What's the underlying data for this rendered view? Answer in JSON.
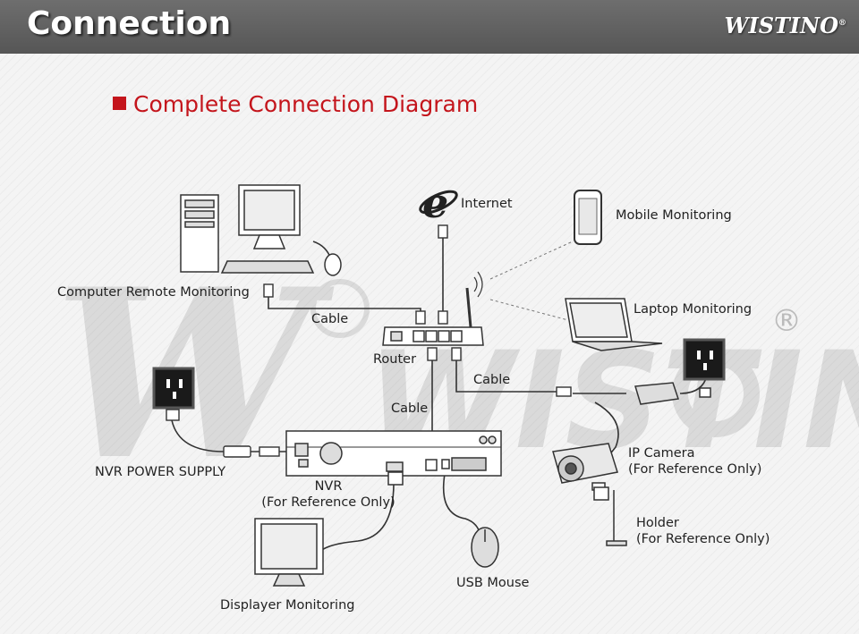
{
  "header": {
    "title": "Connection",
    "brand": "WISTINO",
    "brand_mark": "®"
  },
  "section": {
    "title": "Complete Connection Diagram"
  },
  "watermark": {
    "text": "WISTINO",
    "mark": "®"
  },
  "labels": {
    "internet": "Internet",
    "mobile_monitoring": "Mobile Monitoring",
    "computer_remote_monitoring": "Computer Remote Monitoring",
    "laptop_monitoring": "Laptop Monitoring",
    "cable_1": "Cable",
    "router": "Router",
    "cable_2": "Cable",
    "cable_3": "Cable",
    "nvr_power_supply": "NVR POWER SUPPLY",
    "nvr": "NVR",
    "nvr_note": "(For Reference Only)",
    "ip_camera": "IP Camera",
    "ip_camera_note": "(For Reference Only)",
    "holder": "Holder",
    "holder_note": "(For Reference Only)",
    "usb_mouse": "USB Mouse",
    "displayer_monitoring": "Displayer Monitoring"
  },
  "colors": {
    "header_bg": "#5e5e5e",
    "accent_red": "#c4151c",
    "line": "#333333"
  }
}
